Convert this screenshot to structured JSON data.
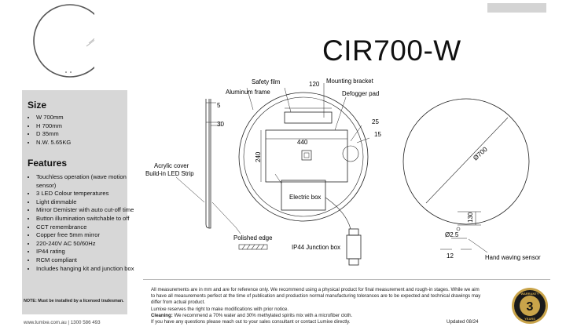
{
  "product": {
    "model": "CIR700-W"
  },
  "size": {
    "heading": "Size",
    "items": [
      "W 700mm",
      "H 700mm",
      "D 35mm",
      "N.W. 5.65KG"
    ]
  },
  "features": {
    "heading": "Features",
    "items": [
      "Touchless operation (wave motion sensor)",
      "3 LED Colour temperatures",
      "Light dimmable",
      "Mirror Demister with auto cut-off time",
      "Button illumination switchable to off",
      "CCT remembrance",
      "Copper free 5mm mirror",
      "220-240V AC 50/60Hz",
      "IP44 rating",
      "RCM compliant",
      "Includes hanging kit and junction box"
    ]
  },
  "note": "NOTE: Must be installed by a licensed tradesman.",
  "contact": "www.lumixe.com.au  |  1300 586 493",
  "diagram": {
    "side_dim_top": "5",
    "side_dim_depth": "30",
    "acrylic_cover": "Acrylic cover",
    "led_strip": "Build-in LED Strip",
    "polished_edge": "Polished edge",
    "safety_film": "Safety film",
    "aluminum_frame": "Aluminum frame",
    "mounting_bracket": "Mounting bracket",
    "bracket_width": "120",
    "defogger_pad": "Defogger pad",
    "dim_25": "25",
    "dim_15": "15",
    "pad_width": "440",
    "pad_height": "240",
    "electric_box": "Electric box",
    "junction_box": "IP44 Junction box",
    "diameter": "Ø700",
    "dim_130": "130",
    "dim_25_sensor": "Ø2.5",
    "dim_12": "12",
    "hand_sensor": "Hand  waving sensor"
  },
  "disclaimer": {
    "line1": "All measurements are in mm and are for reference only.  We recommend using a physical product for final measurement and rough-in stages.   While we aim to have all measurements perfect at the time of publication and production normal manufacturing tolerances are to be expected and technical drawings may differ from actual product.",
    "line2": "Lumixe reserves the right to make modifications with prior notice.",
    "cleaning_label": "Cleaning:",
    "cleaning_text": " We recommend a 70% water and 30% methylated spirits mix with a microfiber cloth.",
    "line4": "If you have any questions please reach out to your sales consultant or contact Lumixe directly."
  },
  "updated": "Updated 08/24",
  "warranty": {
    "top": "WARRANTY",
    "years": "3",
    "bottom": "YEARS"
  },
  "colors": {
    "sidebar_bg": "#d7d7d7",
    "badge_gold": "#c9a44a"
  }
}
